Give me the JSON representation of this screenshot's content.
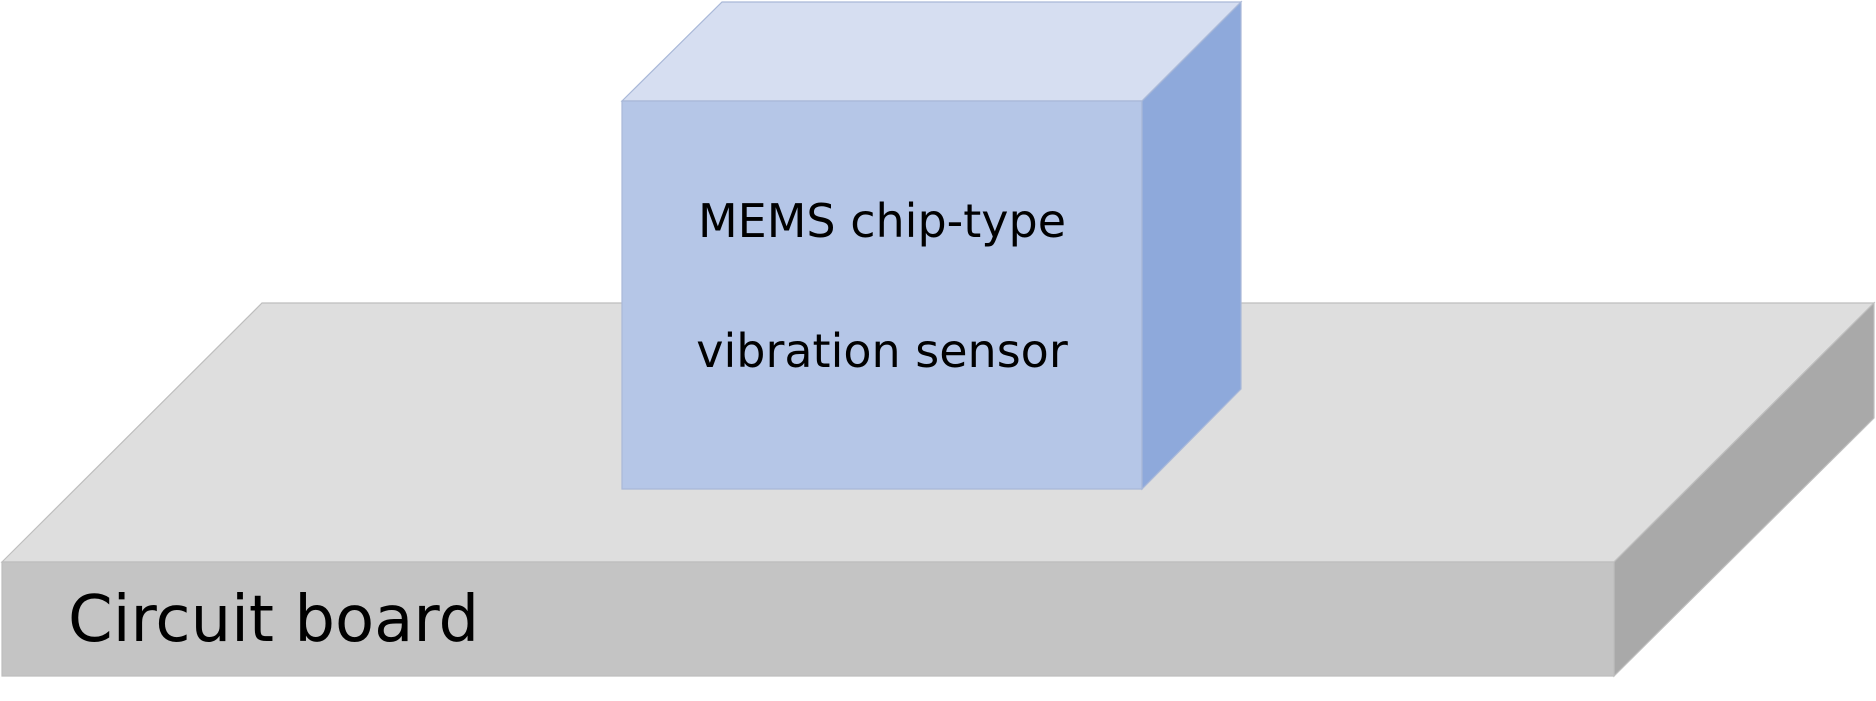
{
  "board": {
    "label": "Circuit board",
    "colors": {
      "top": "#DEDEDE",
      "front": "#C4C4C4",
      "side": "#A9A9A9",
      "edge": "#BEBEBE"
    }
  },
  "sensor": {
    "label_line1": "MEMS chip-type",
    "label_line2": "vibration sensor",
    "colors": {
      "top": "#D6DEF1",
      "front": "#B5C6E7",
      "side": "#8EA9DB",
      "edge": "#A9B8D8"
    }
  }
}
